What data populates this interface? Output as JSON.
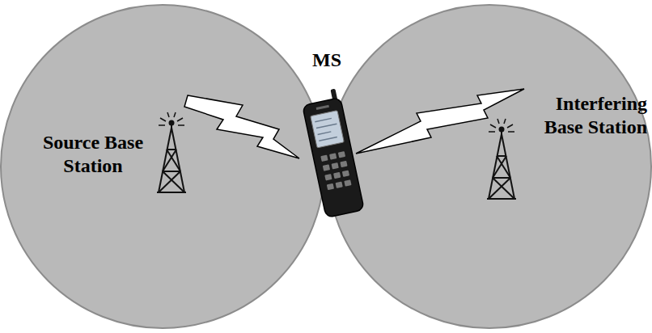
{
  "diagram": {
    "nodes": [
      {
        "text": [
          "Source Base Station"
        ]
      },
      {
        "text": [
          "Interfering Base Station"
        ]
      }
    ],
    "labels": [
      "MS"
    ]
  }
}
